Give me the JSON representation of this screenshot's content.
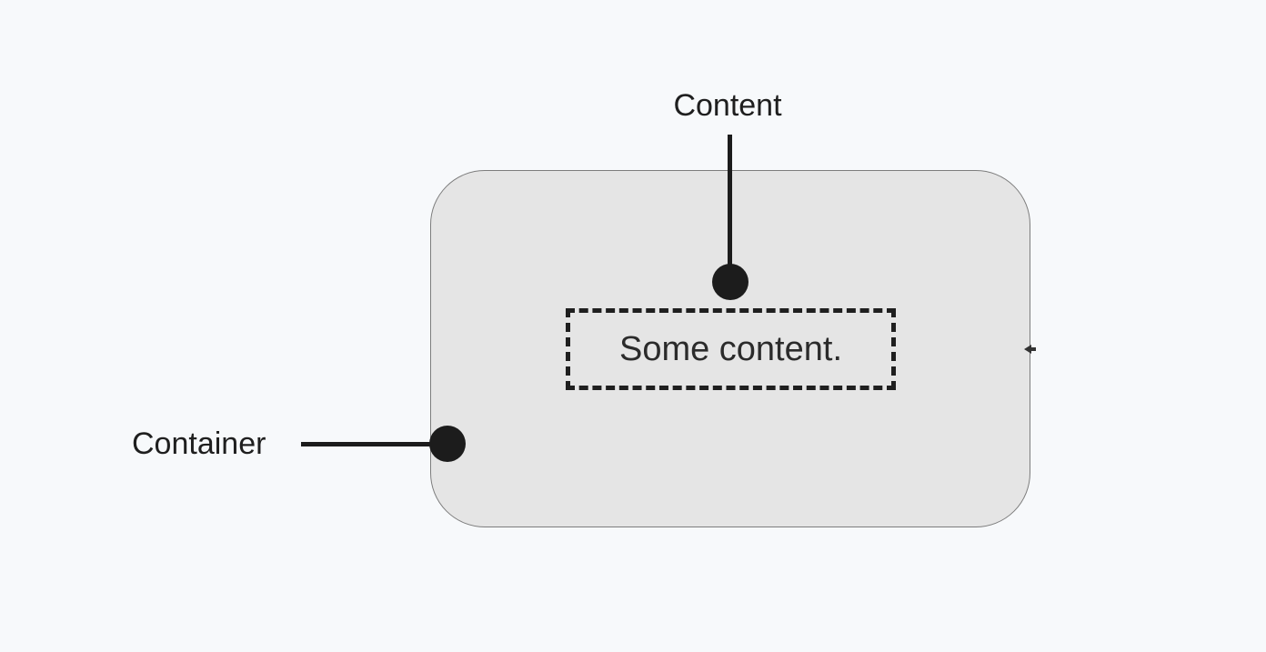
{
  "diagram": {
    "background_color": "#f7f9fb",
    "container": {
      "label": "Container",
      "fill_color": "#e5e5e5",
      "border_color": "#7d7d7d"
    },
    "content": {
      "label": "Content",
      "text": "Some content.",
      "dashed_border_color": "#1f1f1f"
    },
    "connector_color": "#1c1c1c"
  }
}
